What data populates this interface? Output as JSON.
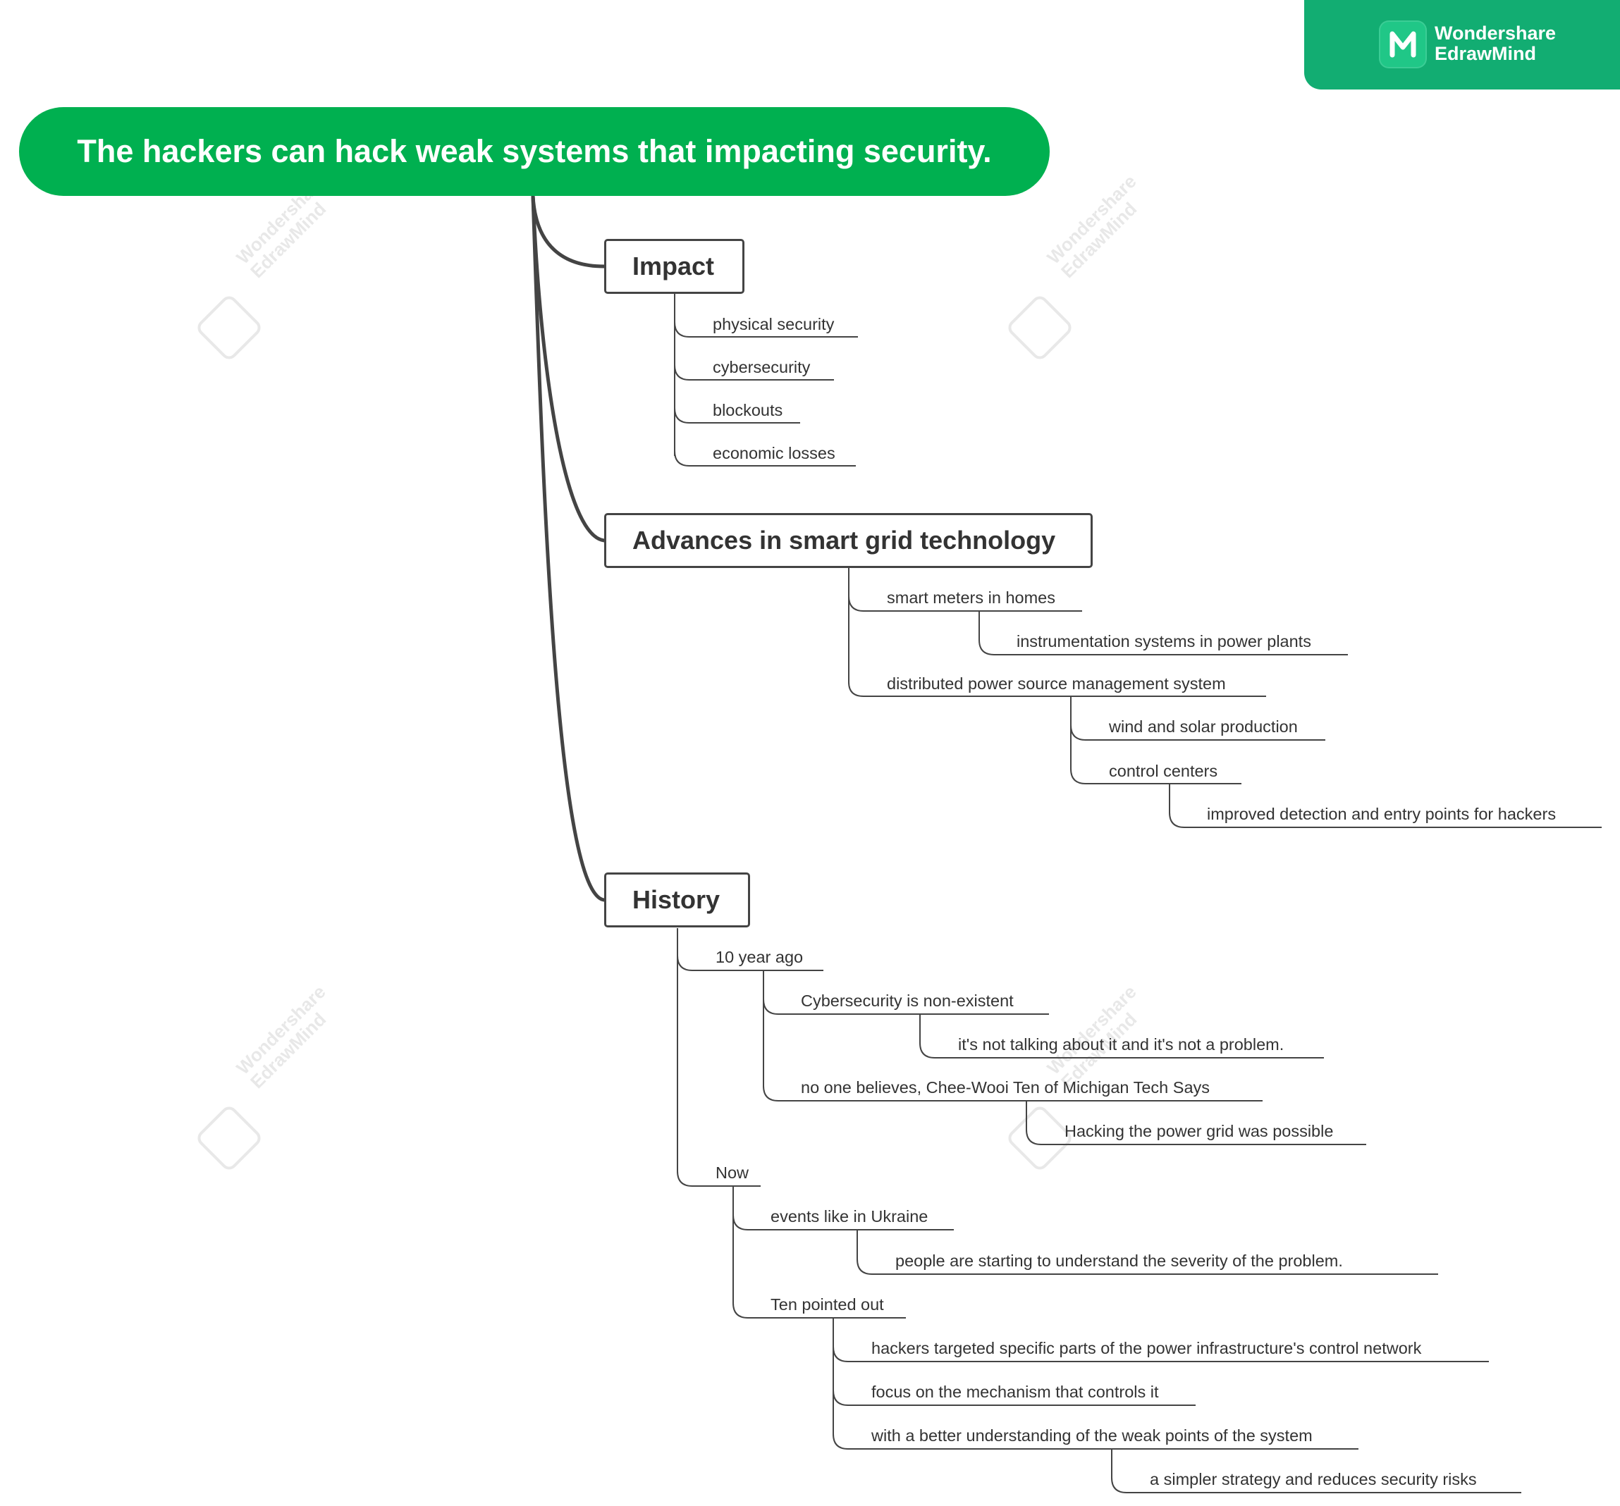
{
  "brand": {
    "line1": "Wondershare",
    "line2": "EdrawMind",
    "icon": "edrawmind-logo-icon",
    "color": "#12ad72"
  },
  "watermark": {
    "line1": "Wondershare",
    "line2": "EdrawMind"
  },
  "root": {
    "label": "The hackers can hack weak systems that impacting security.",
    "color": "#00b050"
  },
  "impact": {
    "label": "Impact",
    "items": [
      "physical security",
      "cybersecurity",
      "blockouts",
      "economic losses"
    ]
  },
  "advances": {
    "label": "Advances in smart grid technology",
    "smart_meters": "smart meters in homes",
    "instrumentation": "instrumentation systems in power plants",
    "distributed": "distributed power source management system",
    "wind_solar": "wind and solar production",
    "control_centers": "control centers",
    "improved_detection": "improved detection and entry points for hackers"
  },
  "history": {
    "label": "History",
    "ten_years": "10 year ago",
    "cyber_nonexistent": "Cybersecurity is non-existent",
    "not_talking": "it's not talking about it and it's not a problem.",
    "no_one_believes": "no one believes, Chee-Wooi Ten of Michigan Tech Says",
    "hacking_possible": "Hacking the power grid was possible",
    "now": "Now",
    "events_ukraine": "events like in Ukraine",
    "people_understand": "people are starting to understand the severity of the problem.",
    "ten_pointed": "Ten pointed out",
    "hackers_targeted": "hackers targeted specific parts of the power infrastructure's control network",
    "focus_mechanism": "focus on the mechanism that controls it",
    "better_understanding": "with a better understanding of the weak points of the system",
    "simpler_strategy": "a simpler strategy and reduces security risks"
  }
}
